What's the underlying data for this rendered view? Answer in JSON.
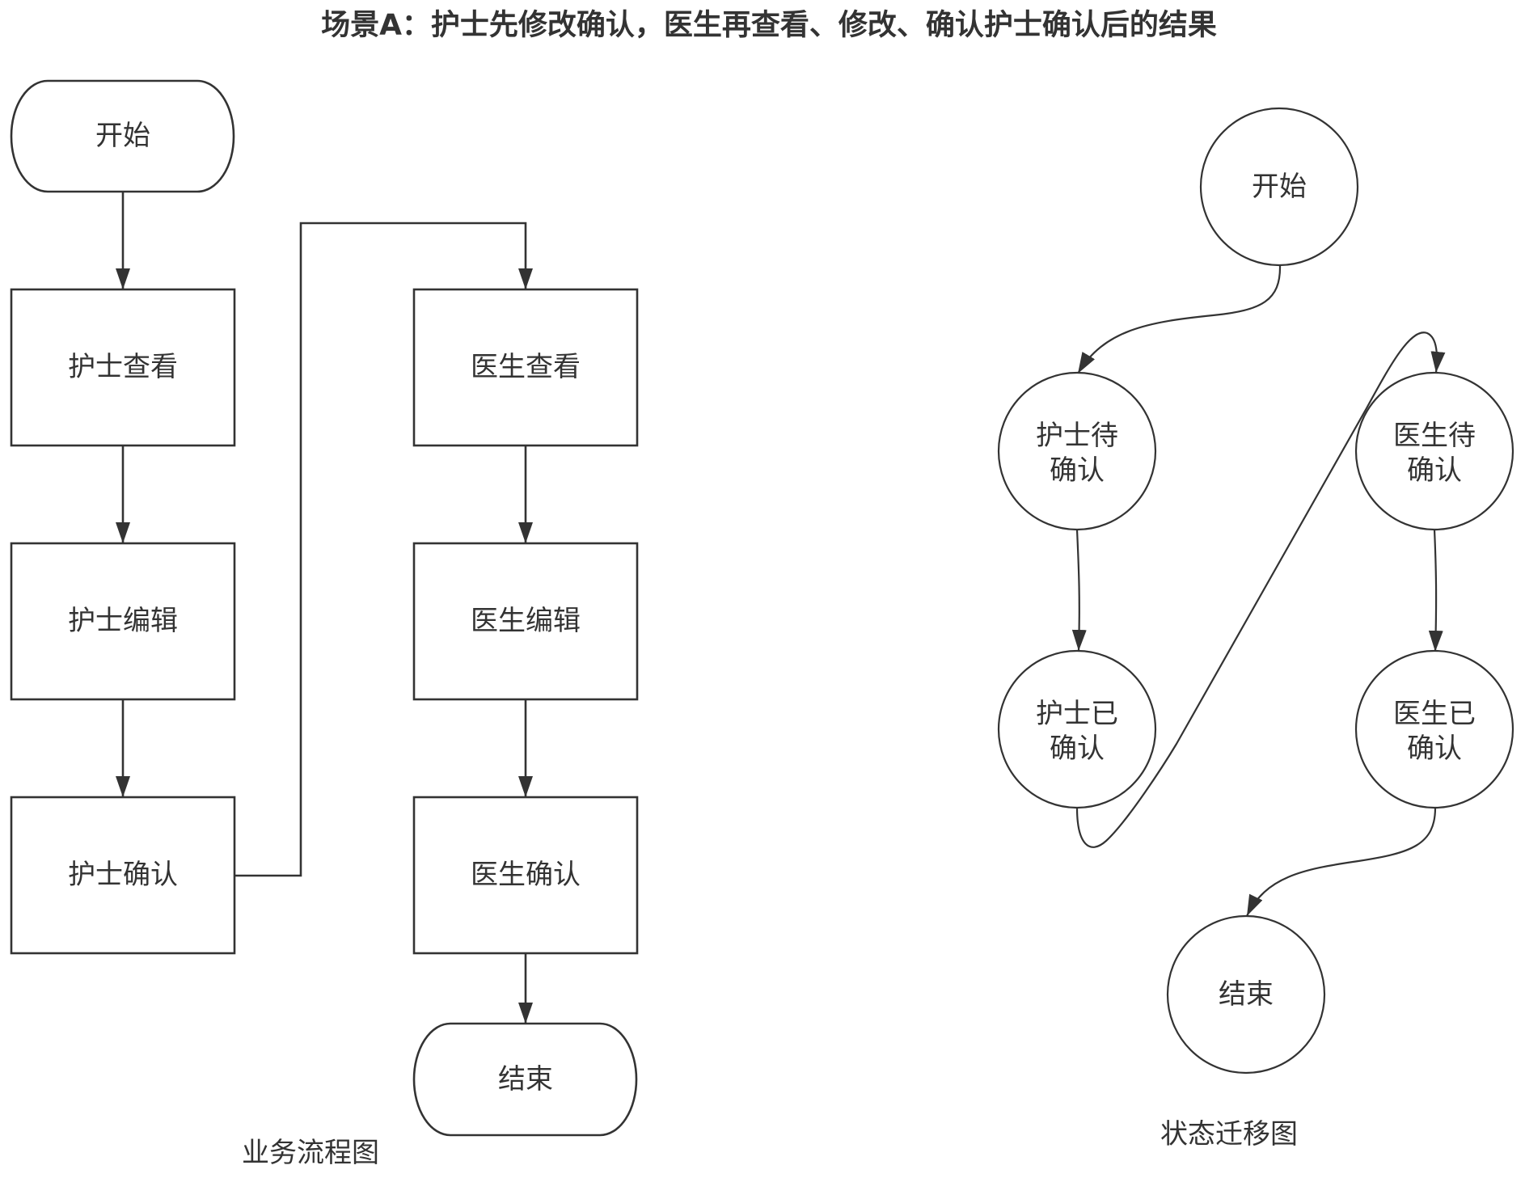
{
  "title": "场景A：护士先修改确认，医生再查看、修改、确认护士确认后的结果",
  "flowchart": {
    "caption": "业务流程图",
    "nodes": {
      "start": {
        "label": "开始",
        "shape": "terminator"
      },
      "nurse_view": {
        "label": "护士查看",
        "shape": "process"
      },
      "nurse_edit": {
        "label": "护士编辑",
        "shape": "process"
      },
      "nurse_confirm": {
        "label": "护士确认",
        "shape": "process"
      },
      "doctor_view": {
        "label": "医生查看",
        "shape": "process"
      },
      "doctor_edit": {
        "label": "医生编辑",
        "shape": "process"
      },
      "doctor_confirm": {
        "label": "医生确认",
        "shape": "process"
      },
      "end": {
        "label": "结束",
        "shape": "terminator"
      }
    },
    "edges": [
      {
        "from": "start",
        "to": "nurse_view"
      },
      {
        "from": "nurse_view",
        "to": "nurse_edit"
      },
      {
        "from": "nurse_edit",
        "to": "nurse_confirm"
      },
      {
        "from": "nurse_confirm",
        "to": "doctor_view"
      },
      {
        "from": "doctor_view",
        "to": "doctor_edit"
      },
      {
        "from": "doctor_edit",
        "to": "doctor_confirm"
      },
      {
        "from": "doctor_confirm",
        "to": "end"
      }
    ]
  },
  "state_diagram": {
    "caption": "状态迁移图",
    "states": {
      "start": {
        "lines": [
          "开始"
        ]
      },
      "nurse_pending": {
        "lines": [
          "护士待",
          "确认"
        ]
      },
      "doctor_pending": {
        "lines": [
          "医生待",
          "确认"
        ]
      },
      "nurse_confirmed": {
        "lines": [
          "护士已",
          "确认"
        ]
      },
      "doctor_confirmed": {
        "lines": [
          "医生已",
          "确认"
        ]
      },
      "end": {
        "lines": [
          "结束"
        ]
      }
    },
    "transitions": [
      {
        "from": "start",
        "to": "nurse_pending"
      },
      {
        "from": "nurse_pending",
        "to": "nurse_confirmed"
      },
      {
        "from": "nurse_confirmed",
        "to": "doctor_pending"
      },
      {
        "from": "doctor_pending",
        "to": "doctor_confirmed"
      },
      {
        "from": "doctor_confirmed",
        "to": "end"
      }
    ]
  },
  "colors": {
    "stroke": "#333333",
    "text": "#333333",
    "background": "#ffffff"
  }
}
